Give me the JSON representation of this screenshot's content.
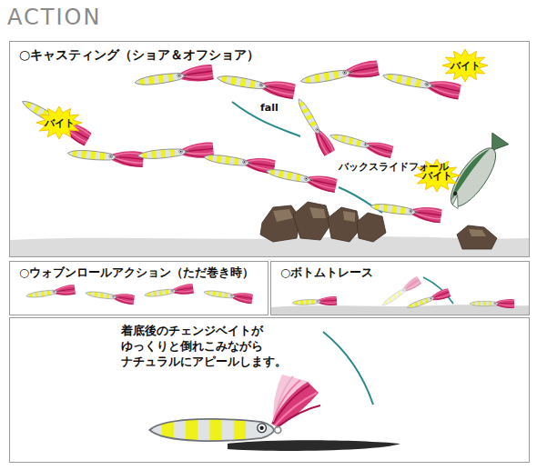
{
  "diagram": {
    "title": "ACTION",
    "nodes": [
      {
        "text": [
          "○キャスティング（ショア＆オフショア）"
        ]
      },
      {
        "text": [
          "バイト"
        ],
        "in": 0
      },
      {
        "text": [
          "バイト"
        ],
        "in": 0
      },
      {
        "text": [
          "バイト"
        ],
        "in": 0
      },
      {
        "text": [
          "○ウォブンロールアクション（ただ巻き時）"
        ]
      },
      {
        "text": [
          "○ボトムトレース"
        ]
      },
      {
        "text": [
          "着底後のチェンジベイトが ゆっくりと倒れこみながら ナチュラルにアピールします。"
        ]
      }
    ],
    "labels": [
      "fall",
      "バックスライドフォール"
    ]
  }
}
